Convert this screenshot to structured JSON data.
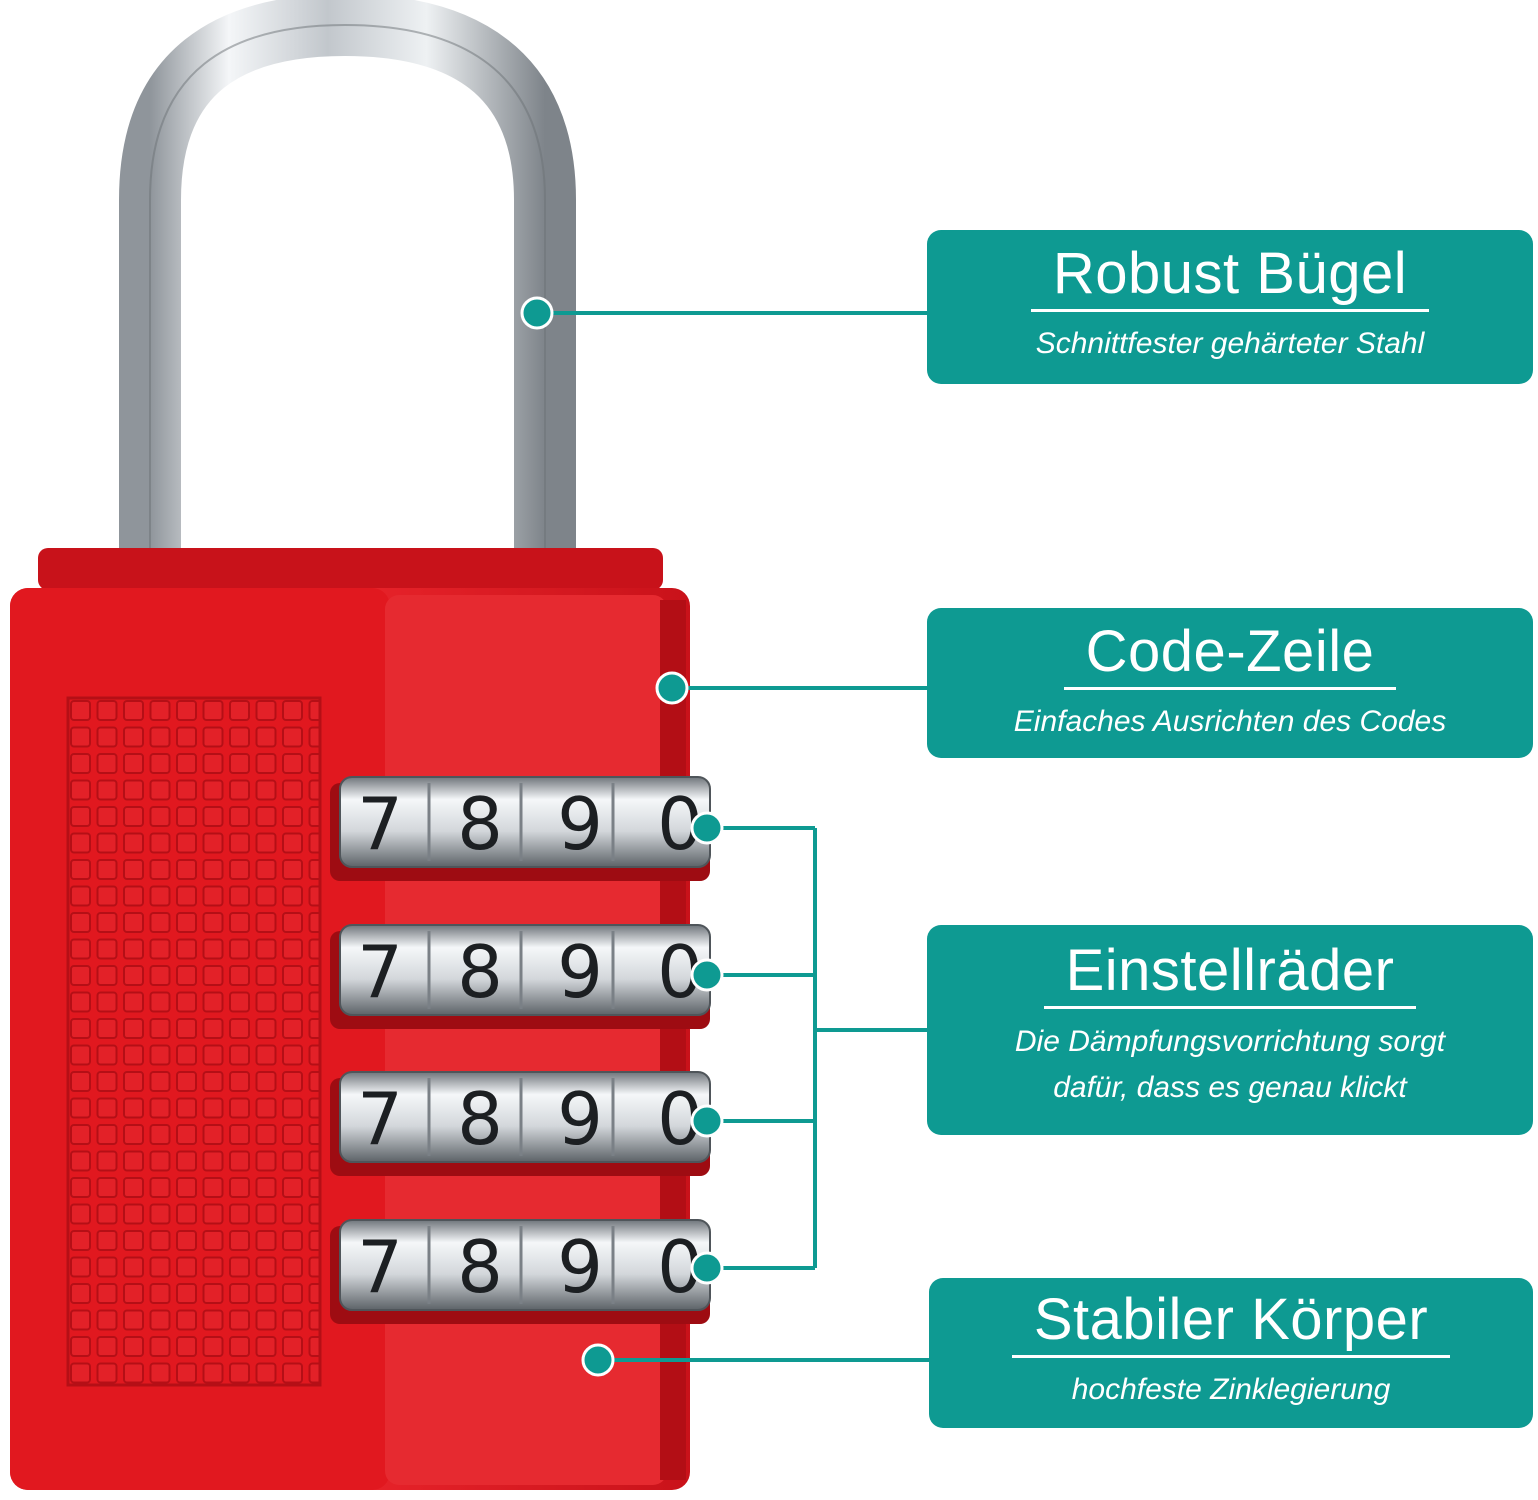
{
  "colors": {
    "accent": "#0e9a92",
    "lock_body": "#e01b22",
    "shackle": "#c8ccd0",
    "callout_text": "#ffffff"
  },
  "dials": {
    "digits": [
      "7",
      "8",
      "9",
      "0"
    ],
    "rows": 4
  },
  "callouts": {
    "shackle": {
      "title": "Robust Bügel",
      "subtitle": "Schnittfester gehärteter Stahl"
    },
    "code_line": {
      "title": "Code-Zeile",
      "subtitle": "Einfaches Ausrichten des Codes"
    },
    "dials": {
      "title": "Einstellräder",
      "subtitle_line1": "Die Dämpfungsvorrichtung sorgt",
      "subtitle_line2": "dafür, dass es genau klickt"
    },
    "body": {
      "title": "Stabiler Körper",
      "subtitle": "hochfeste Zinklegierung"
    }
  }
}
